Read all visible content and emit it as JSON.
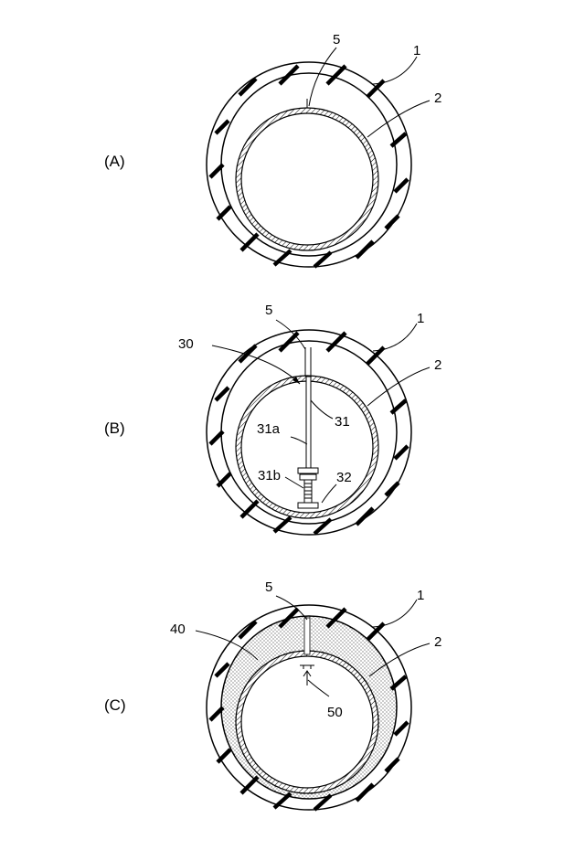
{
  "panels": [
    {
      "label": "(A)",
      "refs": {
        "n5": "5",
        "n1": "1",
        "n2": "2"
      }
    },
    {
      "label": "(B)",
      "refs": {
        "n5": "5",
        "n1": "1",
        "n2": "2",
        "n30": "30",
        "n31": "31",
        "n31a": "31a",
        "n31b": "31b",
        "n32": "32"
      }
    },
    {
      "label": "(C)",
      "refs": {
        "n5": "5",
        "n1": "1",
        "n2": "2",
        "n40": "40",
        "n50": "50"
      }
    }
  ]
}
